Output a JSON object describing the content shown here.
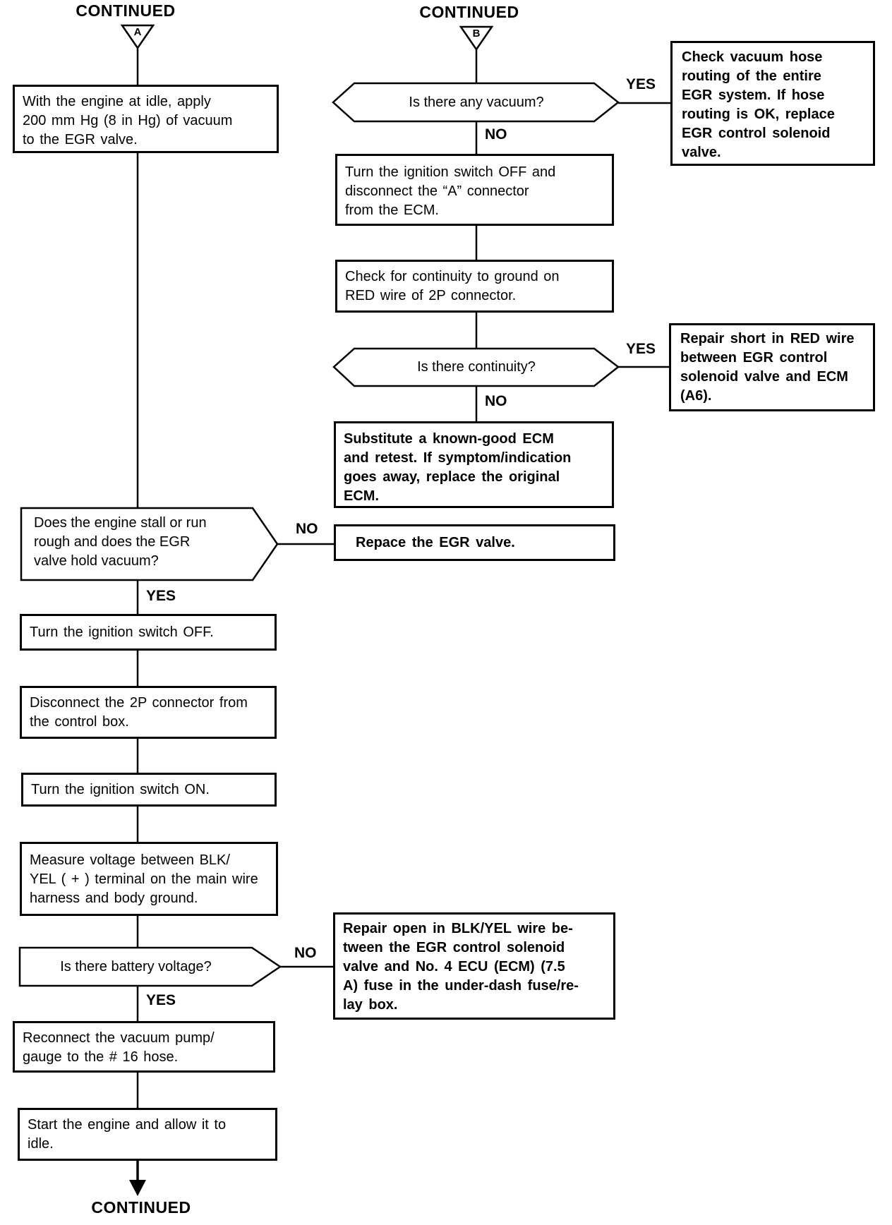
{
  "colors": {
    "ink": "#000000",
    "paper": "#ffffff"
  },
  "labels": {
    "yes": "YES",
    "no": "NO"
  },
  "markers": {
    "top_left": {
      "title": "CONTINUED",
      "letter": "A"
    },
    "top_right": {
      "title": "CONTINUED",
      "letter": "B"
    },
    "bottom": {
      "title": "CONTINUED"
    }
  },
  "left_column": {
    "step_apply_vacuum": "With the engine at idle, apply\n200 mm Hg (8 in Hg) of vacuum\nto the EGR valve.",
    "decision_engine_stall": "Does the engine stall or run\nrough and does the EGR\nvalve hold vacuum?",
    "step_ignition_off": "Turn the ignition switch OFF.",
    "step_disconnect_2p": "Disconnect the 2P connector from\nthe control box.",
    "step_ignition_on": "Turn the ignition switch ON.",
    "step_measure_voltage": "Measure voltage between BLK/\nYEL ( + ) terminal on the main wire\nharness and body ground.",
    "decision_battery_voltage": "Is there battery voltage?",
    "step_reconnect_pump": "Reconnect the vacuum pump/\ngauge to the # 16 hose.",
    "step_start_engine": "Start the engine and allow it to\nidle."
  },
  "right_column": {
    "decision_any_vacuum": "Is there any vacuum?",
    "action_check_hose_routing": "Check vacuum hose\nrouting of the entire\nEGR system. If hose\nrouting is OK, replace\nEGR control solenoid\nvalve.",
    "step_ignition_off_disconnect_a": "Turn the ignition switch OFF and\ndisconnect the “A” connector\nfrom the ECM.",
    "step_check_continuity": "Check for continuity to ground on\nRED wire of 2P connector.",
    "decision_continuity": "Is there continuity?",
    "action_repair_short": "Repair short in RED wire\nbetween EGR control\nsolenoid valve and ECM\n(A6).",
    "action_substitute_ecm": "Substitute a known-good ECM\nand retest. If symptom/indication\ngoes away, replace the original\nECM.",
    "action_replace_egr": "Repace the EGR valve.",
    "action_repair_open": "Repair open in BLK/YEL wire be-\ntween the EGR control solenoid\nvalve and No. 4 ECU (ECM) (7.5\nA) fuse in the under-dash fuse/re-\nlay box."
  }
}
